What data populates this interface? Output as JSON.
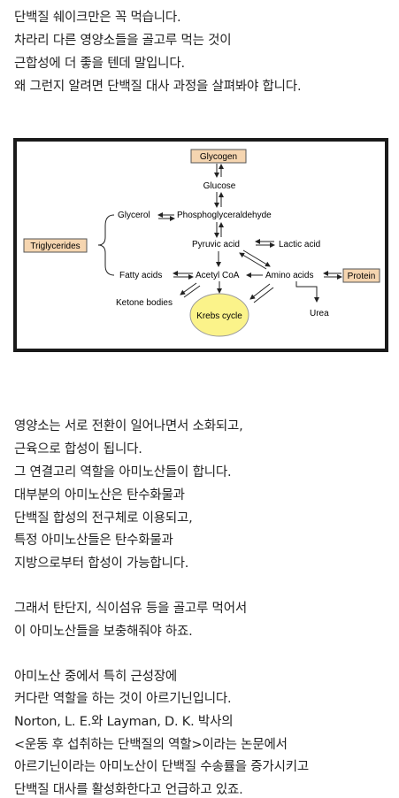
{
  "intro_lines": [
    "단백질 쉐이크만은 꼭 먹습니다.",
    "차라리 다른 영양소들을 골고루 먹는 것이",
    "근합성에 더 좋을 텐데 말입니다.",
    "왜 그런지 알려면 단백질 대사 과정을 살펴봐야 합니다."
  ],
  "diagram": {
    "glycogen": "Glycogen",
    "glucose": "Glucose",
    "glycerol": "Glycerol",
    "phosphoglyceraldehyde": "Phosphoglyceraldehyde",
    "triglycerides": "Triglycerides",
    "pyruvic_acid": "Pyruvic acid",
    "lactic_acid": "Lactic acid",
    "fatty_acids": "Fatty acids",
    "acetyl_coa": "Acetyl CoA",
    "amino_acids": "Amino acids",
    "protein": "Protein",
    "ketone_bodies": "Ketone bodies",
    "krebs_cycle": "Krebs cycle",
    "urea": "Urea",
    "colors": {
      "box_fill": "#f5d5b0",
      "krebs_fill": "#fbf38a",
      "frame": "#1a1a1a"
    }
  },
  "body_lines": [
    "영양소는 서로 전환이 일어나면서 소화되고,",
    "근육으로 합성이 됩니다.",
    "그 연결고리 역할을 아미노산들이 합니다.",
    "대부분의 아미노산은 탄수화물과",
    "단백질 합성의 전구체로 이용되고,",
    "특정 아미노산들은 탄수화물과",
    "지방으로부터 합성이 가능합니다.",
    "그래서 탄단지, 식이섬유 등을 골고루 먹어서",
    "이 아미노산들을 보충해줘야 하죠.",
    "아미노산 중에서 특히 근성장에",
    "커다란 역할을 하는 것이 아르기닌입니다.",
    "Norton, L. E.와 Layman, D. K. 박사의",
    "<운동 후 섭취하는 단백질의 역할>이라는 논문에서",
    "아르기닌이라는 아미노산이 단백질 수송률을 증가시키고",
    "단백질 대사를 활성화한다고 언급하고 있죠."
  ]
}
